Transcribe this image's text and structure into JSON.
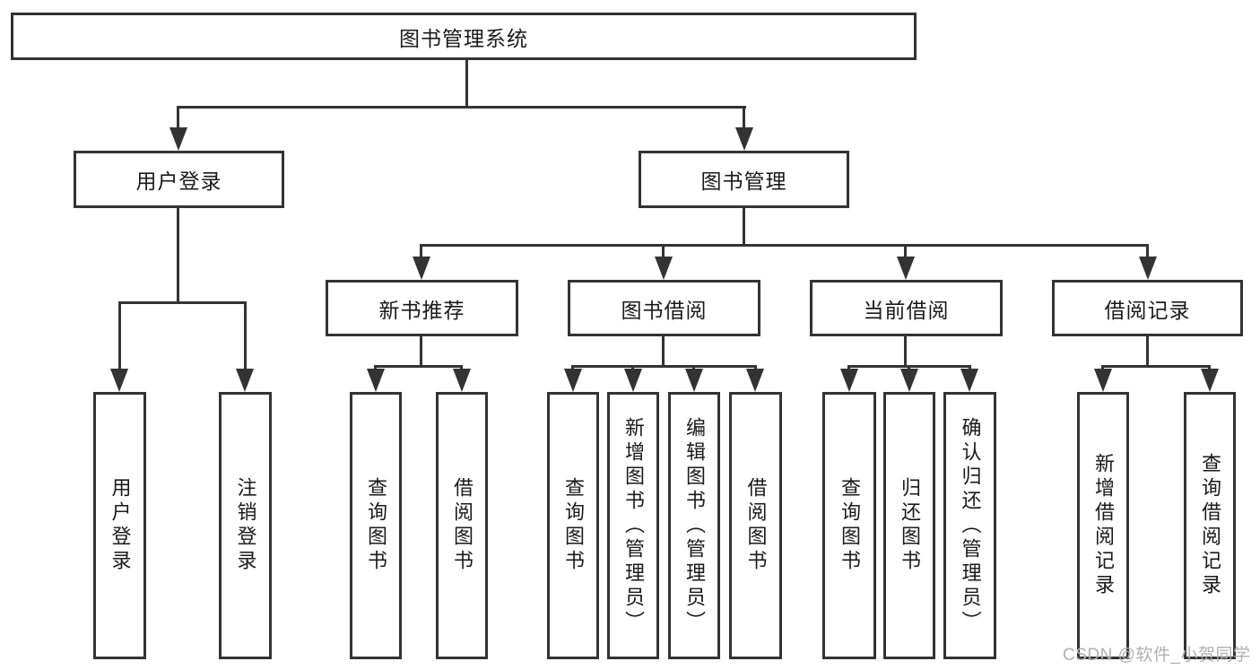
{
  "diagram": {
    "title": "图书管理系统",
    "level2": [
      {
        "label": "用户登录"
      },
      {
        "label": "图书管理"
      }
    ],
    "user_children": [
      {
        "label": "用户登录"
      },
      {
        "label": "注销登录"
      }
    ],
    "mgmt_modules": [
      {
        "label": "新书推荐",
        "children": [
          {
            "label": "查询图书"
          },
          {
            "label": "借阅图书"
          }
        ]
      },
      {
        "label": "图书借阅",
        "children": [
          {
            "label": "查询图书"
          },
          {
            "label": "新增图书（管理员）"
          },
          {
            "label": "编辑图书（管理员）"
          },
          {
            "label": "借阅图书"
          }
        ]
      },
      {
        "label": "当前借阅",
        "children": [
          {
            "label": "查询图书"
          },
          {
            "label": "归还图书"
          },
          {
            "label": "确认归还（管理员）"
          }
        ]
      },
      {
        "label": "借阅记录",
        "children": [
          {
            "label": "新增借阅记录"
          },
          {
            "label": "查询借阅记录"
          }
        ]
      }
    ]
  },
  "watermark": "CSDN @软件_小贺同学",
  "colors": {
    "line": "#333333",
    "text": "#1a1a1a",
    "watermark": "#b0b0b0",
    "background": "#ffffff"
  }
}
